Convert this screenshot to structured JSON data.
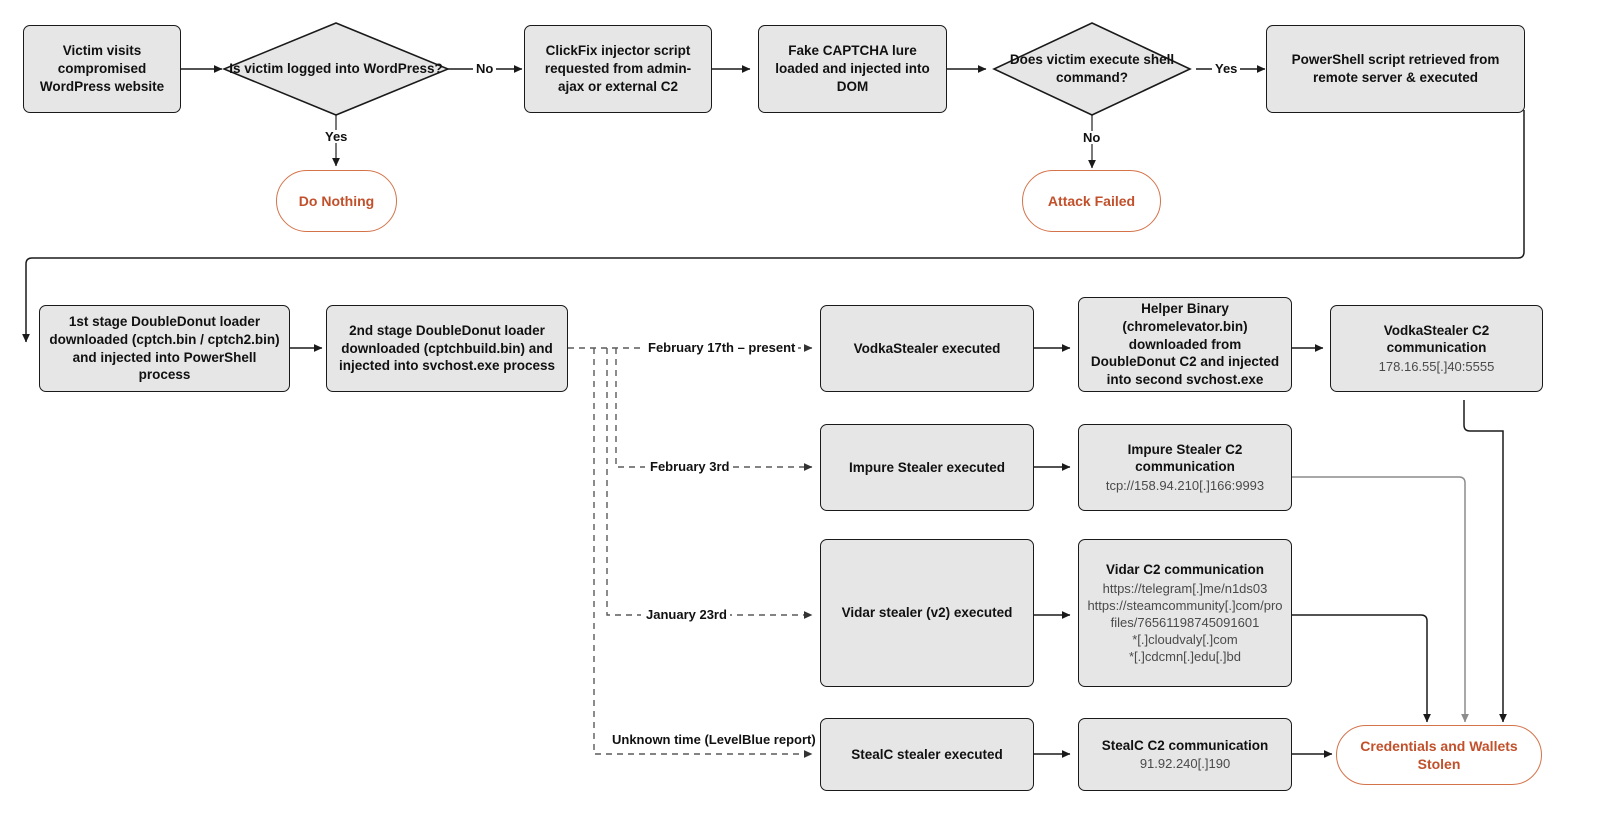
{
  "diagram": {
    "title": "ClickFix / DoubleDonut infection chain",
    "colors": {
      "node_fill": "#e6e6e6",
      "node_border": "#1a1a1a",
      "terminal_border": "#d4734a",
      "terminal_text": "#c1502b",
      "edge": "#1a1a1a",
      "edge_muted": "#8c8c8c",
      "sub_text": "#4a4a4a",
      "background": "#ffffff"
    }
  },
  "nodes": {
    "victim_visits": {
      "label": "Victim visits compromised WordPress website"
    },
    "logged_in_decision": {
      "label": "Is victim logged into WordPress?"
    },
    "do_nothing": {
      "label": "Do Nothing"
    },
    "clickfix_injector": {
      "label": "ClickFix injector script requested from admin-ajax or external C2"
    },
    "fake_captcha": {
      "label": "Fake CAPTCHA lure loaded and injected into DOM"
    },
    "exec_shell_decision": {
      "label": "Does victim execute shell command?"
    },
    "attack_failed": {
      "label": "Attack Failed"
    },
    "powershell_script": {
      "label": "PowerShell script retrieved from remote server & executed"
    },
    "loader_stage1": {
      "label": "1st stage DoubleDonut loader downloaded (cptch.bin / cptch2.bin) and injected into PowerShell process"
    },
    "loader_stage2": {
      "label": "2nd stage DoubleDonut loader downloaded (cptchbuild.bin) and injected into svchost.exe process"
    },
    "vodka_exec": {
      "label": "VodkaStealer executed"
    },
    "helper_binary": {
      "label": "Helper Binary (chromelevator.bin) downloaded from DoubleDonut C2 and injected into second svchost.exe"
    },
    "vodka_c2": {
      "title": "VodkaStealer C2 communication",
      "detail": "178.16.55[.]40:5555"
    },
    "impure_exec": {
      "label": "Impure Stealer executed"
    },
    "impure_c2": {
      "title": "Impure Stealer C2 communication",
      "detail": "tcp://158.94.210[.]166:9993"
    },
    "vidar_exec": {
      "label": "Vidar stealer (v2) executed"
    },
    "vidar_c2": {
      "title": "Vidar C2 communication",
      "detail_lines": [
        "https://telegram[.]me/n1ds03",
        "https://steamcommunity[.]com/pro",
        "files/76561198745091601",
        "*[.]cloudvaly[.]com",
        "*[.]cdcmn[.]edu[.]bd"
      ]
    },
    "stealc_exec": {
      "label": "StealC stealer executed"
    },
    "stealc_c2": {
      "title": "StealC C2 communication",
      "detail": "91.92.240[.]190"
    },
    "credentials_stolen": {
      "label": "Credentials and Wallets Stolen"
    }
  },
  "edge_labels": {
    "logged_in_no": "No",
    "logged_in_yes": "Yes",
    "exec_shell_yes": "Yes",
    "exec_shell_no": "No",
    "branch_vodka": "February 17th – present",
    "branch_impure": "February 3rd",
    "branch_vidar": "January 23rd",
    "branch_stealc": "Unknown time (LevelBlue report)"
  }
}
